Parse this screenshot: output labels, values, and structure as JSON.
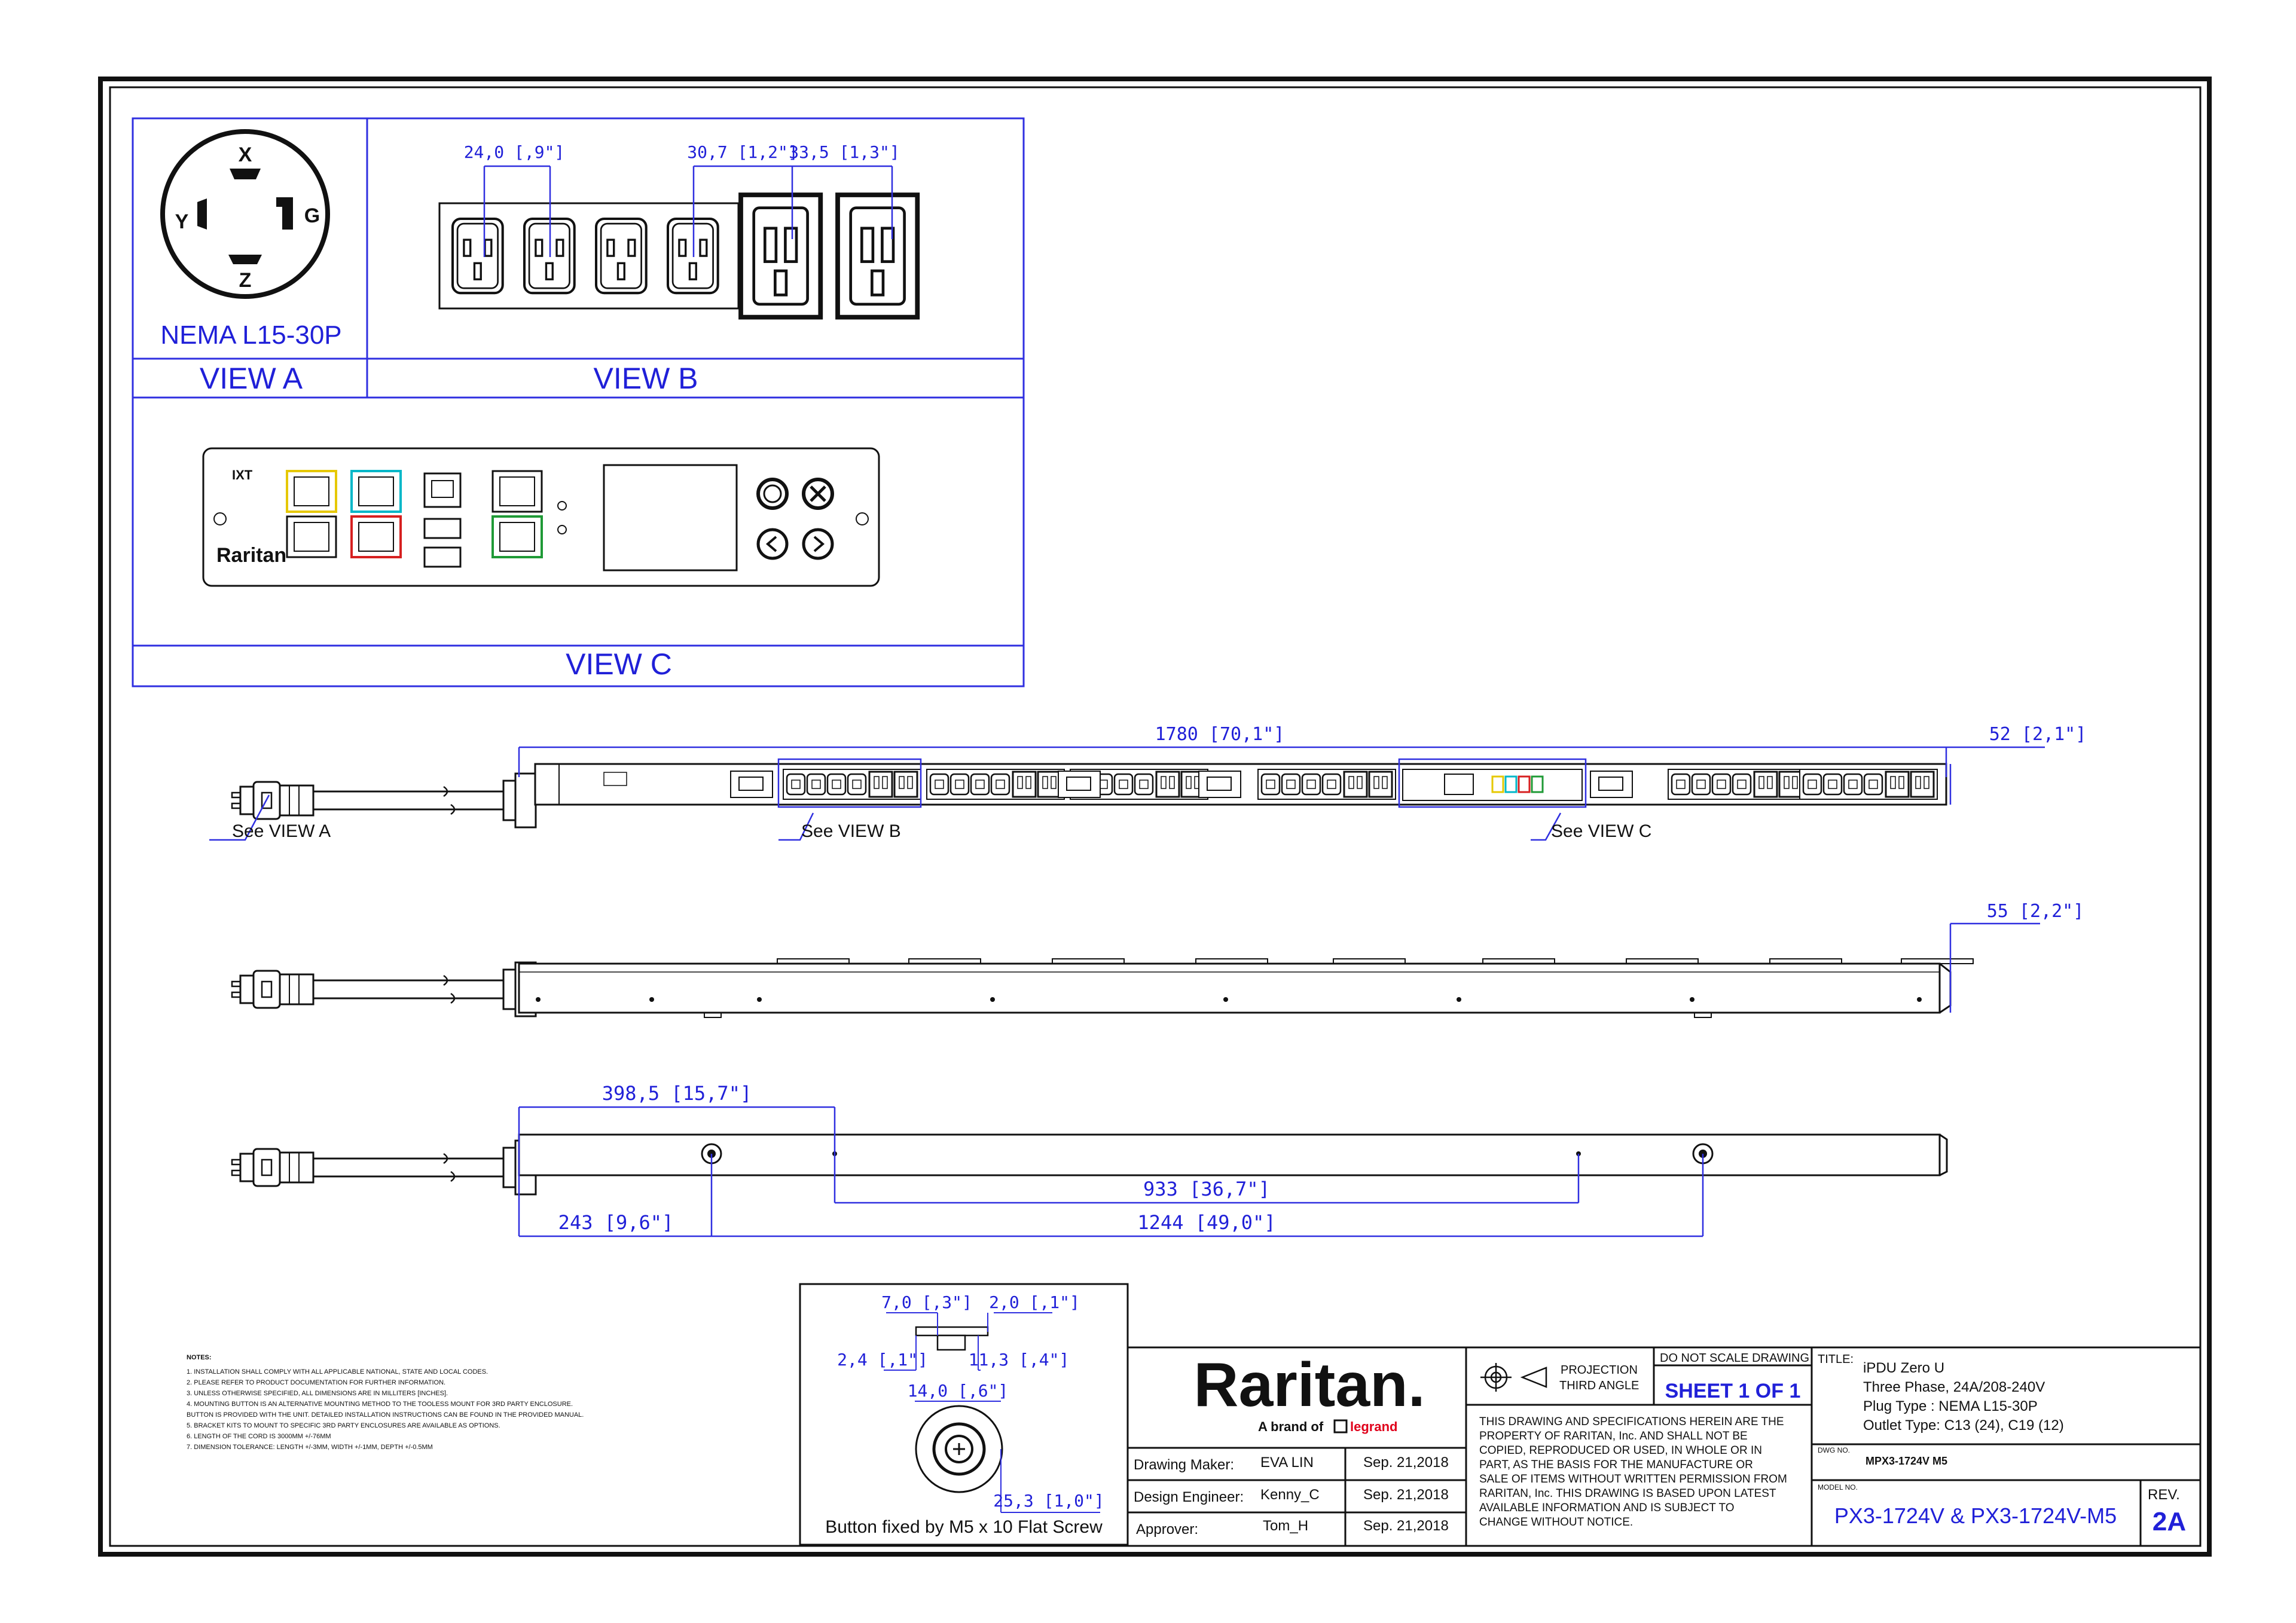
{
  "view_a": {
    "plug_pins": [
      "X",
      "Y",
      "G",
      "Z"
    ],
    "plug_name": "NEMA L15-30P",
    "label": "VIEW A"
  },
  "view_b": {
    "label": "VIEW B",
    "dims": [
      "24,0 [,9\"]",
      "30,7 [1,2\"]",
      "33,5 [1,3\"]"
    ]
  },
  "view_c": {
    "label": "VIEW C",
    "brand": "Raritan"
  },
  "front_view": {
    "length_dim": "1780 [70,1\"]",
    "width_dim": "52 [2,1\"]",
    "callouts": [
      "See VIEW A",
      "See VIEW B",
      "See VIEW C"
    ]
  },
  "side_view": {
    "depth_dim": "55 [2,2\"]"
  },
  "back_view": {
    "dims": [
      "398,5 [15,7\"]",
      "933 [36,7\"]",
      "243 [9,6\"]",
      "1244 [49,0\"]"
    ]
  },
  "button_detail": {
    "dims": [
      "7,0 [,3\"]",
      "2,0 [,1\"]",
      "2,4 [,1\"]",
      "11,3 [,4\"]",
      "14,0 [,6\"]",
      "25,3 [1,0\"]"
    ],
    "caption": "Button fixed by M5 x 10 Flat Screw"
  },
  "notes": {
    "heading": "NOTES:",
    "lines": [
      "1. INSTALLATION SHALL COMPLY WITH ALL APPLICABLE NATIONAL, STATE AND LOCAL CODES.",
      "2. PLEASE REFER TO PRODUCT DOCUMENTATION FOR FURTHER INFORMATION.",
      "3. UNLESS OTHERWISE SPECIFIED, ALL DIMENSIONS ARE IN MILLITERS [INCHES].",
      "4. MOUNTING BUTTON IS AN ALTERNATIVE MOUNTING METHOD TO THE TOOLESS MOUNT FOR 3RD PARTY ENCLOSURE.",
      "   BUTTON IS PROVIDED WITH THE UNIT. DETAILED INSTALLATION INSTRUCTIONS CAN BE FOUND IN THE PROVIDED MANUAL.",
      "5. BRACKET KITS TO MOUNT TO SPECIFIC 3RD PARTY ENCLOSURES ARE AVAILABLE AS OPTIONS.",
      "6. LENGTH OF THE CORD IS 3000MM +/-76MM",
      "7. DIMENSION TOLERANCE: LENGTH +/-3MM, WIDTH +/-1MM, DEPTH +/-0.5MM"
    ]
  },
  "title_block": {
    "logo": "Raritan.",
    "logo_sub": "A brand of",
    "logo_brand": "legrand",
    "rows": [
      {
        "role": "Drawing Maker:",
        "name": "EVA LIN",
        "date": "Sep. 21,2018"
      },
      {
        "role": "Design Engineer:",
        "name": "Kenny_C",
        "date": "Sep. 21,2018"
      },
      {
        "role": "Approver:",
        "name": "Tom_H",
        "date": "Sep. 21,2018"
      }
    ],
    "projection_1": "PROJECTION",
    "projection_2": "THIRD ANGLE",
    "do_not_scale": "DO NOT SCALE DRAWING",
    "sheet": "SHEET 1 OF 1",
    "disclaimer": [
      "THIS DRAWING AND SPECIFICATIONS HEREIN ARE THE",
      "PROPERTY OF RARITAN, Inc. AND SHALL NOT BE",
      "COPIED, REPRODUCED OR USED, IN WHOLE OR IN",
      "PART, AS THE BASIS FOR THE MANUFACTURE OR",
      "SALE OF ITEMS WITHOUT WRITTEN PERMISSION FROM",
      "RARITAN, Inc. THIS DRAWING IS BASED UPON LATEST",
      "AVAILABLE INFORMATION AND IS SUBJECT TO",
      "CHANGE WITHOUT NOTICE."
    ],
    "title_label": "TITLE:",
    "title_lines": [
      "iPDU Zero U",
      "Three Phase, 24A/208-240V",
      "Plug Type : NEMA L15-30P",
      "Outlet Type: C13 (24), C19 (12)"
    ],
    "dwg_label": "DWG NO.",
    "dwg_no": "MPX3-1724V M5",
    "model_label": "MODEL NO.",
    "model_no": "PX3-1724V & PX3-1724V-M5",
    "rev_label": "REV.",
    "rev": "2A"
  },
  "colors": {
    "dimension": "#2f2fe0",
    "line": "#111111",
    "yellow_port": "#e6c800",
    "cyan_port": "#00b7c8",
    "red_port": "#d62020",
    "green_port": "#1f9a36",
    "legrand": "#e0001b"
  }
}
